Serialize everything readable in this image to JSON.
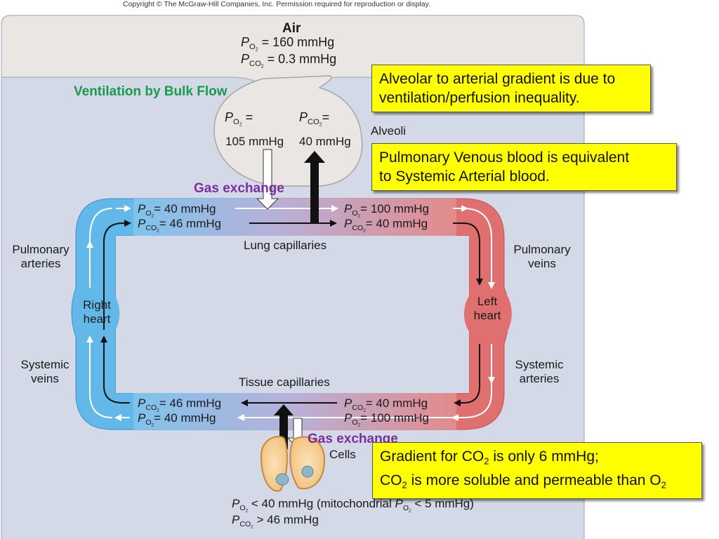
{
  "copyright": "Copyright © The McGraw-Hill Companies, Inc. Permission required for reproduction or display.",
  "air": {
    "title": "Air",
    "po2": "= 160 mmHg",
    "pco2": "= 0.3 mmHg"
  },
  "ventilation_label": "Ventilation by Bulk Flow",
  "alveoli": {
    "label": "Alveoli",
    "po2_eq": "=",
    "pco2_eq": "=",
    "po2_val": "105 mmHg",
    "pco2_val": "40 mmHg"
  },
  "gas_exchange_top": "Gas exchange",
  "gas_exchange_bottom": "Gas exchange",
  "lung_capillaries": {
    "label": "Lung capillaries",
    "left_po2": "= 40 mmHg",
    "left_pco2": "= 46 mmHg",
    "right_po2": "= 100 mmHg",
    "right_pco2": "= 40 mmHg"
  },
  "tissue_capillaries": {
    "label": "Tissue capillaries",
    "left_pco2": "= 46 mmHg",
    "left_po2": "= 40 mmHg",
    "right_pco2": "= 40 mmHg",
    "right_po2": "= 100 mmHg"
  },
  "labels": {
    "pulmonary_arteries": [
      "Pulmonary",
      "arteries"
    ],
    "pulmonary_veins": [
      "Pulmonary",
      "veins"
    ],
    "right_heart": [
      "Right",
      "heart"
    ],
    "left_heart": [
      "Left",
      "heart"
    ],
    "systemic_veins": [
      "Systemic",
      "veins"
    ],
    "systemic_arteries": [
      "Systemic",
      "arteries"
    ],
    "cells": "Cells"
  },
  "cells_values": {
    "po2_text": "< 40 mmHg (mitochondrial",
    "po2_mito": "< 5 mmHg)",
    "pco2_text": "> 46 mmHg"
  },
  "callouts": {
    "alveolar": [
      "Alveolar to arterial gradient is due to",
      "ventilation/perfusion inequality."
    ],
    "venous": [
      "Pulmonary Venous blood is equivalent",
      "to Systemic Arterial blood."
    ],
    "gradient_line1": "Gradient for CO",
    "gradient_line1_tail": " is only 6 mmHg;",
    "gradient_line2": "CO",
    "gradient_line2_mid": " is more soluble and permeable than O"
  },
  "symbols": {
    "P": "P",
    "O2": "O",
    "CO2": "CO",
    "two": "2"
  },
  "colors": {
    "blue": "#62b8e8",
    "red": "#e07070",
    "panel": "#d4d9e8",
    "air": "#e9e6e3",
    "callout": "#ffff00",
    "green": "#1a9a4a",
    "purple": "#7a2fa0"
  }
}
